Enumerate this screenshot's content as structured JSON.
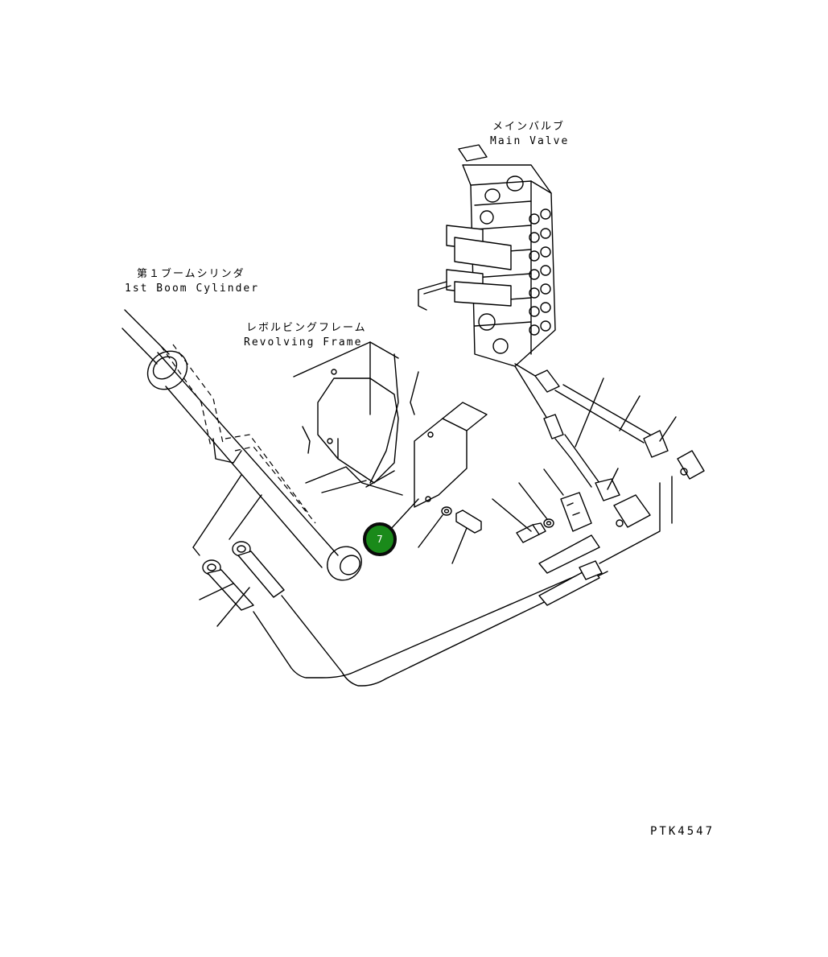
{
  "labels": {
    "main_valve_jp": "メインバルブ",
    "main_valve_en": "Main Valve",
    "boom_cylinder_jp": "第１ブームシリンダ",
    "boom_cylinder_en": "1st Boom Cylinder",
    "revolving_frame_jp": "レボルビングフレーム",
    "revolving_frame_en": "Revolving Frame",
    "drawing_code": "PTK4547"
  },
  "callout": {
    "number": "7",
    "color": "#1a8a1a"
  }
}
